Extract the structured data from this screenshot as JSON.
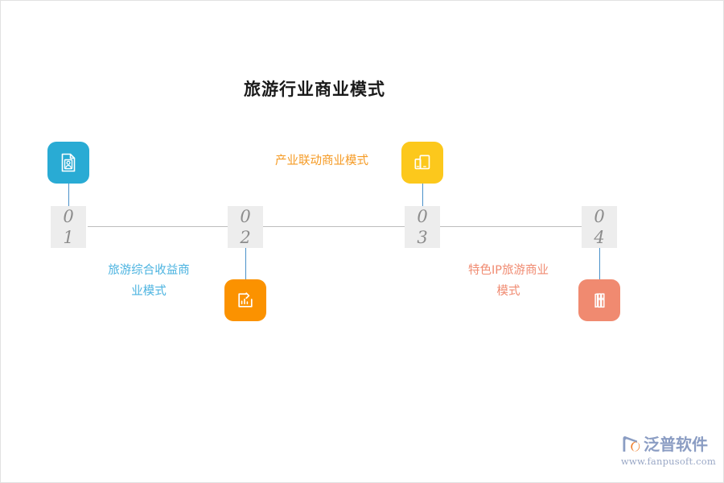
{
  "chart_data": {
    "type": "diagram",
    "diagram_type": "horizontal-timeline",
    "title": "旅游行业商业模式",
    "node_count": 4,
    "nodes": [
      {
        "number_top": "0",
        "number_bottom": "1",
        "number": "01",
        "label": "旅游综合收益商业模式",
        "label_lines": "旅游综合收益商\n业模式",
        "color": "#29abd4",
        "icon": "id-card-icon",
        "icon_position": "above",
        "label_position": "below"
      },
      {
        "number_top": "0",
        "number_bottom": "2",
        "number": "02",
        "label": "",
        "label_lines": "",
        "color": "#fb9200",
        "icon": "bar-chart-arrow-icon",
        "icon_position": "below",
        "label_position": "none"
      },
      {
        "number_top": "0",
        "number_bottom": "3",
        "number": "03",
        "label": "产业联动商业模式",
        "label_lines": "产业联动商业模式",
        "color": "#fcc81c",
        "icon": "devices-icon",
        "icon_position": "above",
        "label_position": "above-left"
      },
      {
        "number_top": "0",
        "number_bottom": "4",
        "number": "04",
        "label": "特色IP旅游商业模式",
        "label_lines": "特色IP旅游商业\n模式",
        "color": "#f08a70",
        "icon": "books-icon",
        "icon_position": "below",
        "label_position": "below-left"
      }
    ],
    "label_colors": {
      "node1": "#4bb3e0",
      "node3": "#f59a23",
      "node4": "#f08a70"
    },
    "rail_color": "#bdbdbd",
    "number_box_bg": "#ededed",
    "number_text_color": "#8c8c8c",
    "connector_color": "#4a90c9",
    "background": "#ffffff"
  },
  "watermark": {
    "brand": "泛普软件",
    "url": "www.fanpusoft.com",
    "brand_color": "#8b9dc3",
    "mark_color": "#f08030"
  }
}
